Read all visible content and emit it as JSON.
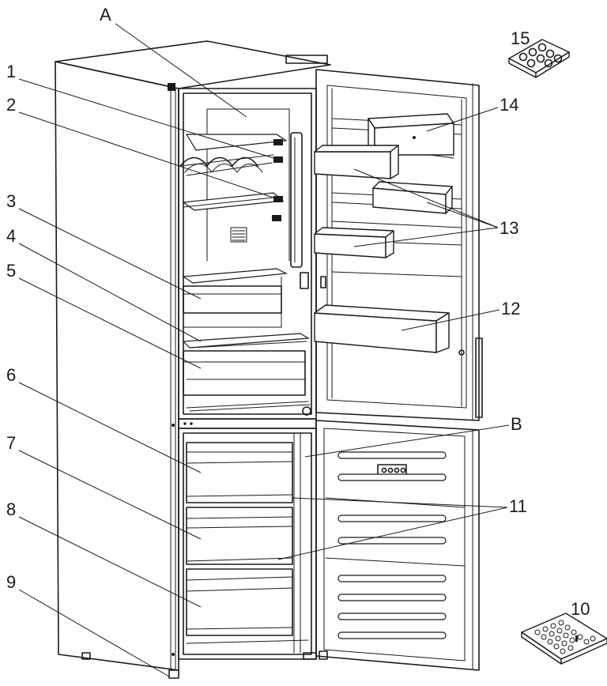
{
  "labels": {
    "a": "A",
    "b": "B",
    "n1": "1",
    "n2": "2",
    "n3": "3",
    "n4": "4",
    "n5": "5",
    "n6": "6",
    "n7": "7",
    "n8": "8",
    "n9": "9",
    "n10": "10",
    "n11": "11",
    "n12": "12",
    "n13": "13",
    "n14": "14",
    "n15": "15"
  },
  "colors": {
    "line": "#1a1a1a",
    "background": "#ffffff"
  }
}
